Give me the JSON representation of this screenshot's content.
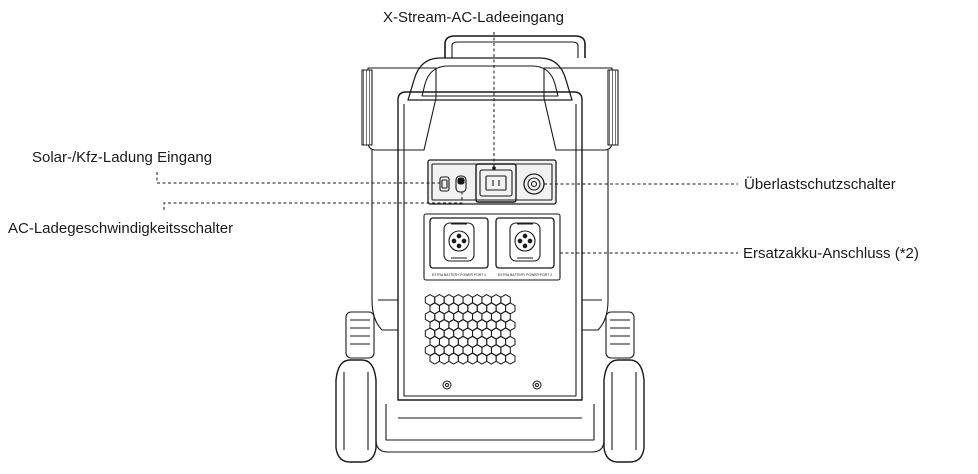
{
  "callouts": {
    "xstream_ac_input": "X-Stream-AC-Ladeeingang",
    "solar_car_input": "Solar-/Kfz-Ladung Eingang",
    "ac_charge_speed_switch": "AC-Ladegeschwindigkeitsschalter",
    "overload_protector": "Überlastschutzschalter",
    "extra_battery_port": "Ersatzakku-Anschluss (*2)"
  },
  "port_captions": {
    "left": "EXTRA BATTERY POWER PORT 1",
    "right": "EXTRA BATTERY POWER PORT 2"
  },
  "colors": {
    "line": "#1a1a1a",
    "panel": "#f2f2f2",
    "body": "#ffffff"
  }
}
